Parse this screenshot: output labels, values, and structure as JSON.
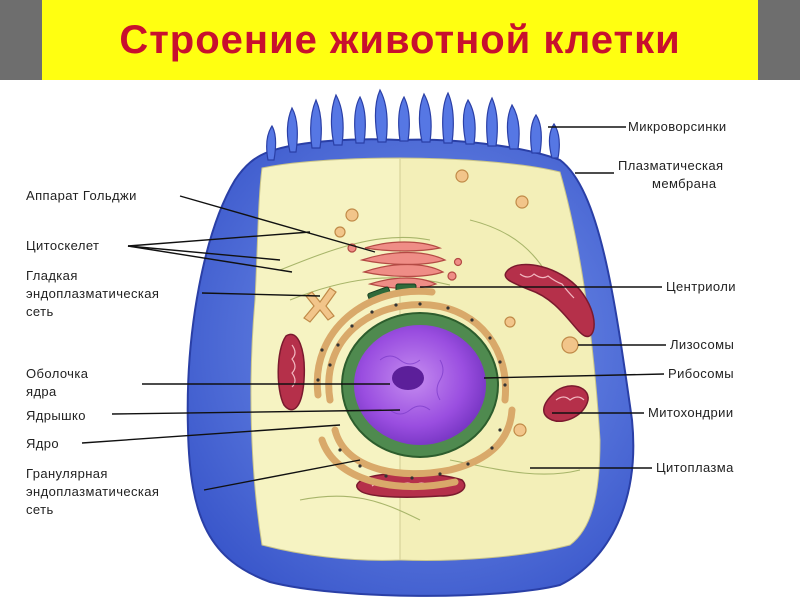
{
  "title": "Строение животной  клетки",
  "colors": {
    "title_text": "#c8102e",
    "title_background": "#ffff11",
    "membrane": "#4a6fe0",
    "cytoplasm": "#f6f3c2",
    "nucleus": "#8e3bd6",
    "mitochondria": "#b5304a"
  },
  "labels_left": {
    "golgi": "Аппарат Гольджи",
    "cytoskeleton": "Цитоскелет",
    "smooth_er": [
      "Гладкая",
      "эндоплазматическая",
      "сеть"
    ],
    "nuclear_envelope": [
      "Оболочка",
      "ядра"
    ],
    "nucleolus": "Ядрышко",
    "nucleus": "Ядро",
    "rough_er": [
      "Гранулярная",
      "эндоплазматическая",
      "сеть"
    ]
  },
  "labels_right": {
    "microvilli": "Микроворсинки",
    "plasma_membrane": [
      "Плазматическая",
      "мембрана"
    ],
    "centrioles": "Центриоли",
    "lysosomes": "Лизосомы",
    "ribosomes": "Рибосомы",
    "mitochondria": "Митохондрии",
    "cytoplasm": "Цитоплазма"
  }
}
